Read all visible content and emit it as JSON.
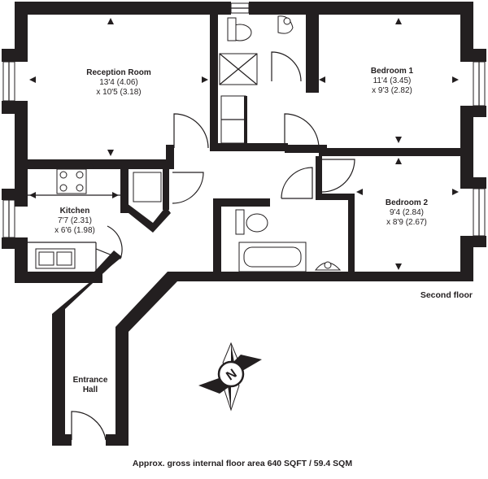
{
  "plan": {
    "floor_label": "Second floor",
    "area_text": "Approx. gross internal floor area 640 SQFT / 59.4 SQM",
    "colors": {
      "wall": "#231f20",
      "background": "#ffffff"
    },
    "compass": {
      "letter": "N",
      "icon": "compass-north-icon"
    }
  },
  "rooms": {
    "reception": {
      "name": "Reception Room",
      "dim1": "13'4 (4.06)",
      "dim2": "x 10'5 (3.18)"
    },
    "bedroom1": {
      "name": "Bedroom 1",
      "dim1": "11'4 (3.45)",
      "dim2": "x 9'3 (2.82)"
    },
    "bedroom2": {
      "name": "Bedroom 2",
      "dim1": "9'4 (2.84)",
      "dim2": "x 8'9 (2.67)"
    },
    "kitchen": {
      "name": "Kitchen",
      "dim1": "7'7 (2.31)",
      "dim2": "x 6'6 (1.98)"
    },
    "entrance": {
      "name1": "Entrance",
      "name2": "Hall"
    }
  }
}
